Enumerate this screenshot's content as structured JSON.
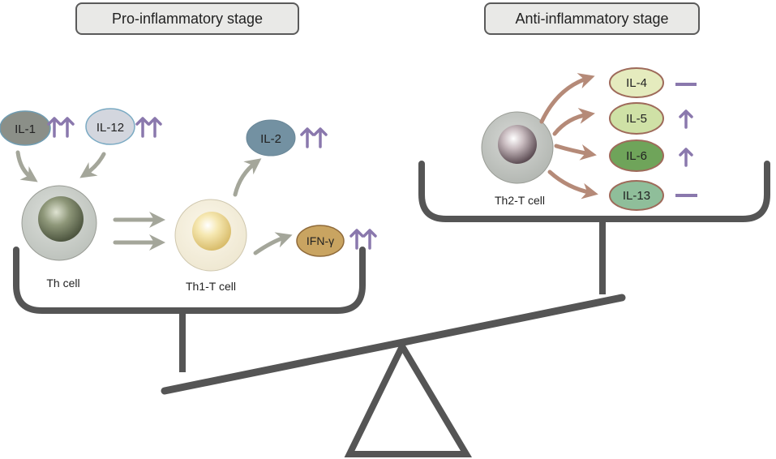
{
  "stages": {
    "pro": "Pro-inflammatory stage",
    "anti": "Anti-inflammatory stage"
  },
  "cells": {
    "th": "Th cell",
    "th1": "Th1-T cell",
    "th2": "Th2-T cell"
  },
  "cytokines": {
    "il1": "IL-1",
    "il12": "IL-12",
    "il2": "IL-2",
    "ifn": "IFN-γ",
    "il4": "IL-4",
    "il5": "IL-5",
    "il6": "IL-6",
    "il13": "IL-13"
  },
  "change_indicators": {
    "il1": "double-up-arrow",
    "il12": "double-up-arrow",
    "il2": "double-up-arrow",
    "ifn": "double-up-arrow",
    "il4": "unchanged-dash",
    "il5": "up-arrow",
    "il6": "up-arrow",
    "il13": "unchanged-dash"
  },
  "colors": {
    "indicator": "#8a78ad",
    "scale": "#555555",
    "pro_arrows": "#a4a69a",
    "anti_arrows": "#b58a78"
  }
}
